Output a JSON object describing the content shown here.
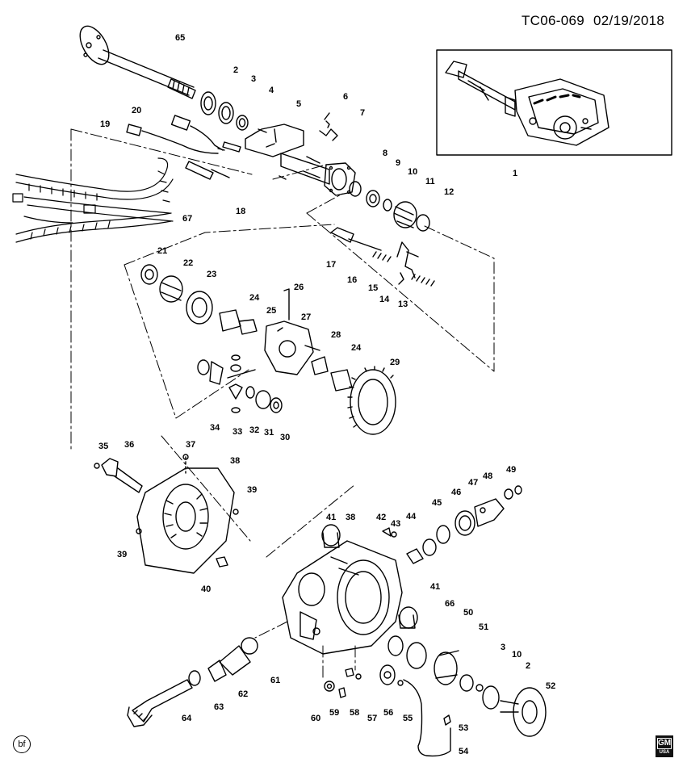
{
  "header": {
    "code": "TC06-069",
    "date": "02/19/2018"
  },
  "footer": {
    "left_mark": "bf",
    "logo_text": "GM",
    "logo_sub": "USA"
  },
  "callouts": [
    {
      "id": "c65",
      "label": "65"
    },
    {
      "id": "c2a",
      "label": "2"
    },
    {
      "id": "c3a",
      "label": "3"
    },
    {
      "id": "c4",
      "label": "4"
    },
    {
      "id": "c5",
      "label": "5"
    },
    {
      "id": "c6",
      "label": "6"
    },
    {
      "id": "c7",
      "label": "7"
    },
    {
      "id": "c20",
      "label": "20"
    },
    {
      "id": "c19",
      "label": "19"
    },
    {
      "id": "c8",
      "label": "8"
    },
    {
      "id": "c9",
      "label": "9"
    },
    {
      "id": "c10a",
      "label": "10"
    },
    {
      "id": "c11",
      "label": "11"
    },
    {
      "id": "c12",
      "label": "12"
    },
    {
      "id": "c18",
      "label": "18"
    },
    {
      "id": "c67",
      "label": "67"
    },
    {
      "id": "c17",
      "label": "17"
    },
    {
      "id": "c16",
      "label": "16"
    },
    {
      "id": "c15",
      "label": "15"
    },
    {
      "id": "c14",
      "label": "14"
    },
    {
      "id": "c13",
      "label": "13"
    },
    {
      "id": "c1",
      "label": "1"
    },
    {
      "id": "c21",
      "label": "21"
    },
    {
      "id": "c22",
      "label": "22"
    },
    {
      "id": "c23",
      "label": "23"
    },
    {
      "id": "c24a",
      "label": "24"
    },
    {
      "id": "c26",
      "label": "26"
    },
    {
      "id": "c25",
      "label": "25"
    },
    {
      "id": "c27",
      "label": "27"
    },
    {
      "id": "c28",
      "label": "28"
    },
    {
      "id": "c24b",
      "label": "24"
    },
    {
      "id": "c29",
      "label": "29"
    },
    {
      "id": "c34",
      "label": "34"
    },
    {
      "id": "c33",
      "label": "33"
    },
    {
      "id": "c32",
      "label": "32"
    },
    {
      "id": "c31",
      "label": "31"
    },
    {
      "id": "c30",
      "label": "30"
    },
    {
      "id": "c35",
      "label": "35"
    },
    {
      "id": "c36",
      "label": "36"
    },
    {
      "id": "c37",
      "label": "37"
    },
    {
      "id": "c38a",
      "label": "38"
    },
    {
      "id": "c39a",
      "label": "39"
    },
    {
      "id": "c39b",
      "label": "39"
    },
    {
      "id": "c40",
      "label": "40"
    },
    {
      "id": "c49",
      "label": "49"
    },
    {
      "id": "c48",
      "label": "48"
    },
    {
      "id": "c47",
      "label": "47"
    },
    {
      "id": "c46",
      "label": "46"
    },
    {
      "id": "c45",
      "label": "45"
    },
    {
      "id": "c44",
      "label": "44"
    },
    {
      "id": "c43",
      "label": "43"
    },
    {
      "id": "c42",
      "label": "42"
    },
    {
      "id": "c41a",
      "label": "41"
    },
    {
      "id": "c38b",
      "label": "38"
    },
    {
      "id": "c41b",
      "label": "41"
    },
    {
      "id": "c66",
      "label": "66"
    },
    {
      "id": "c50",
      "label": "50"
    },
    {
      "id": "c51",
      "label": "51"
    },
    {
      "id": "c3b",
      "label": "3"
    },
    {
      "id": "c10b",
      "label": "10"
    },
    {
      "id": "c2b",
      "label": "2"
    },
    {
      "id": "c52",
      "label": "52"
    },
    {
      "id": "c61",
      "label": "61"
    },
    {
      "id": "c62",
      "label": "62"
    },
    {
      "id": "c63",
      "label": "63"
    },
    {
      "id": "c64",
      "label": "64"
    },
    {
      "id": "c60",
      "label": "60"
    },
    {
      "id": "c59",
      "label": "59"
    },
    {
      "id": "c58",
      "label": "58"
    },
    {
      "id": "c57",
      "label": "57"
    },
    {
      "id": "c56",
      "label": "56"
    },
    {
      "id": "c55",
      "label": "55"
    },
    {
      "id": "c53",
      "label": "53"
    },
    {
      "id": "c54",
      "label": "54"
    }
  ]
}
